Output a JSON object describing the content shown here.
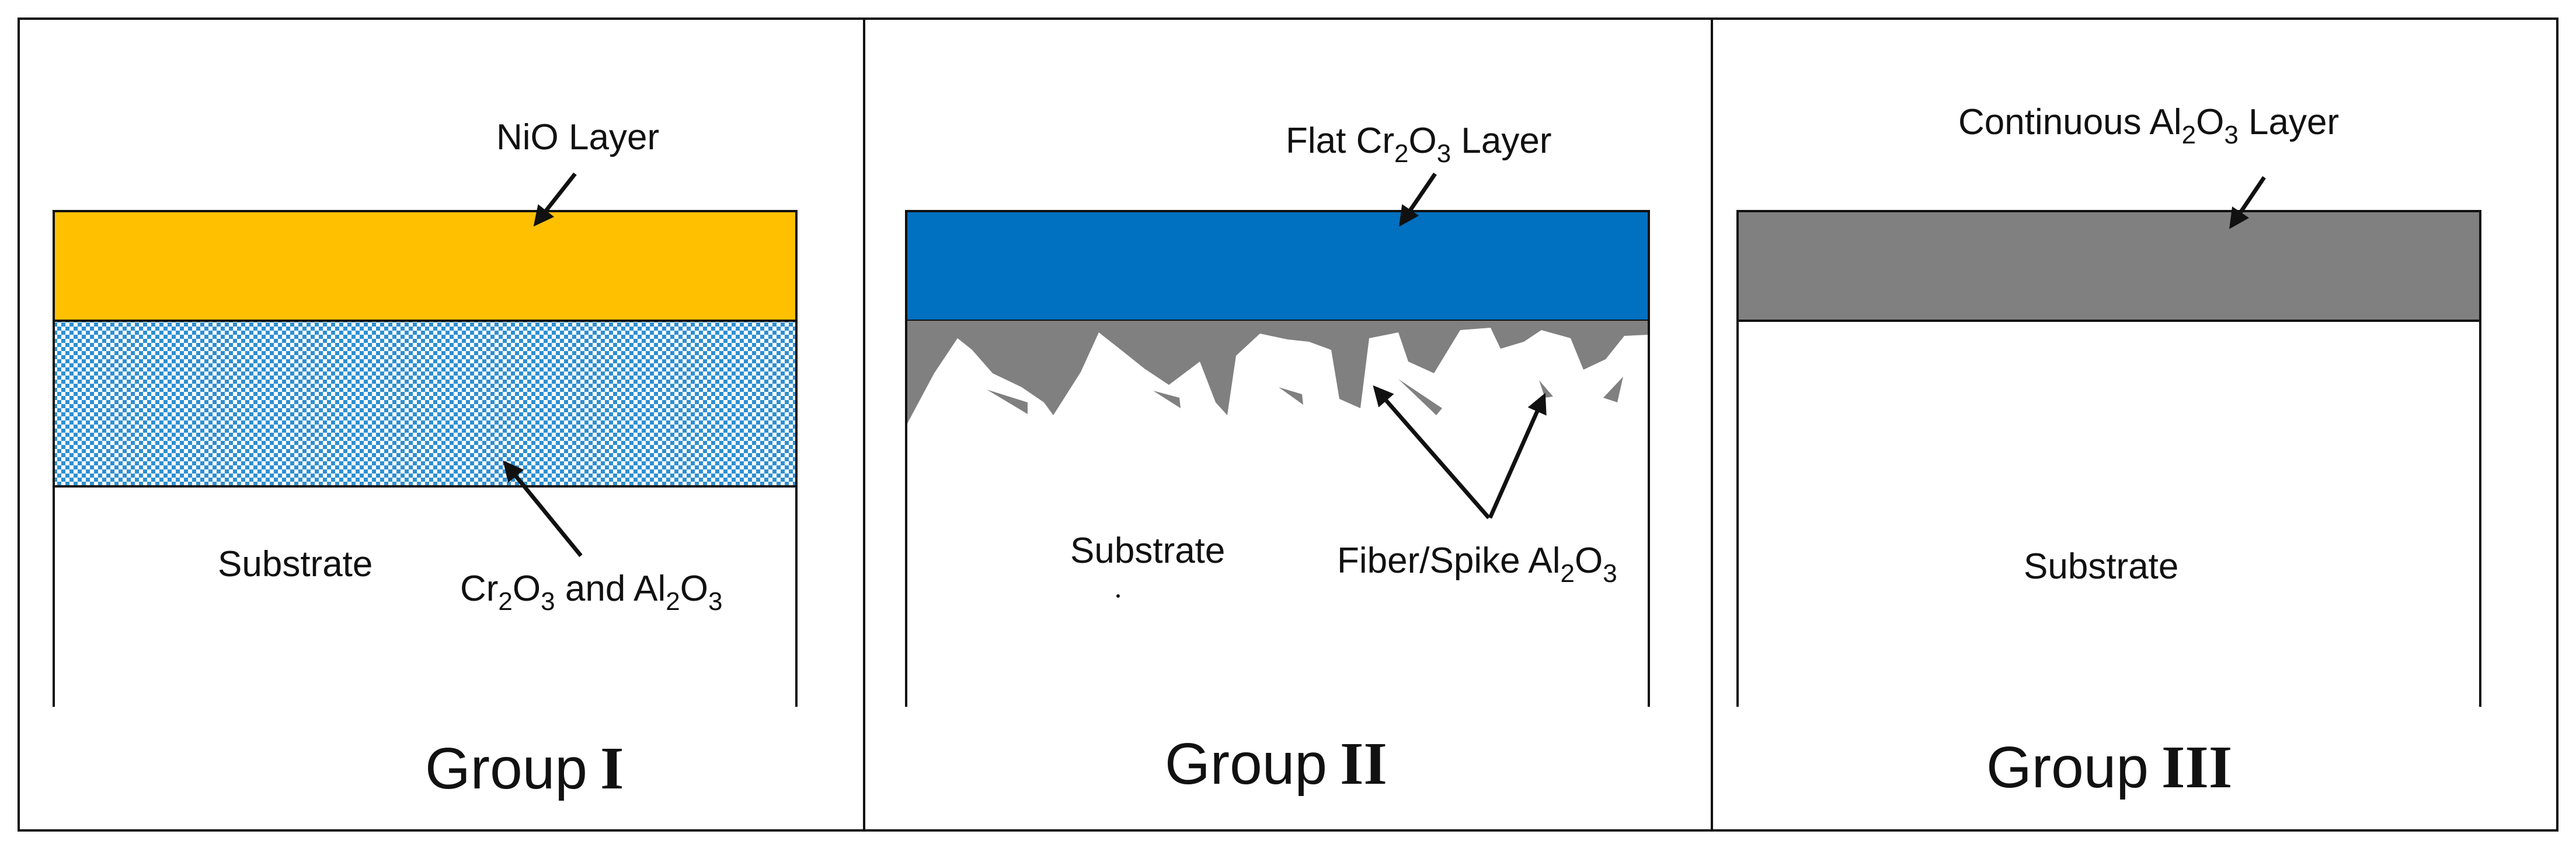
{
  "colors": {
    "nio": "#FFC000",
    "mixed": "#2E8FD0",
    "cr2o3": "#0070C0",
    "al2o3": "#808080",
    "line": "#111111"
  },
  "panels": [
    {
      "group_label": "Group",
      "group_numeral": "I",
      "top_layer_label": "NiO Layer",
      "middle_layer_label": {
        "p1": "Cr",
        "s1": "2",
        "p2": "O",
        "s2": "3",
        "p3": " and Al",
        "s3": "2",
        "p4": "O",
        "s4": "3"
      },
      "substrate_label": "Substrate"
    },
    {
      "group_label": "Group",
      "group_numeral": "II",
      "top_layer_label": {
        "p1": "Flat Cr",
        "s1": "2",
        "p2": "O",
        "s2": "3",
        "p3": " Layer"
      },
      "spike_label": {
        "p1": "Fiber/Spike Al",
        "s1": "2",
        "p2": "O",
        "s2": "3"
      },
      "substrate_label": "Substrate"
    },
    {
      "group_label": "Group",
      "group_numeral": "III",
      "top_layer_label": {
        "p1": "Continuous Al",
        "s1": "2",
        "p2": "O",
        "s2": "3",
        "p3": " Layer"
      },
      "substrate_label": "Substrate"
    }
  ]
}
